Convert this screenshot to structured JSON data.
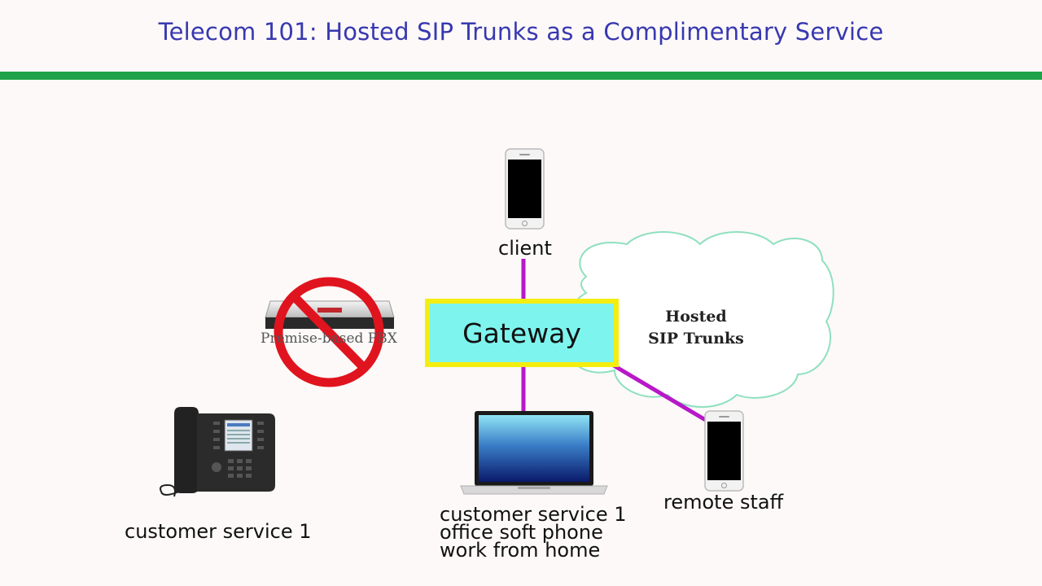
{
  "header": {
    "title": "Telecom 101: Hosted SIP Trunks as a Complimentary Service"
  },
  "colors": {
    "title": "#3838b0",
    "rule": "#1fa34a",
    "link": "#b818c8",
    "gateway_fill": "#7ef4ee",
    "gateway_border": "#f4ee10",
    "cloud_stroke": "#8fe0c0",
    "no_sign": "#e0141e"
  },
  "nodes": {
    "gateway": "Gateway",
    "cloud": {
      "line1": "Hosted",
      "line2": "SIP Trunks"
    },
    "pbx": "Premise-based PBX",
    "client": "client",
    "remote_staff": "remote staff",
    "desk_phone": "customer service 1",
    "laptop": {
      "line1": "customer service 1",
      "line2": "office soft phone",
      "line3": "work from home"
    }
  },
  "icons": {
    "client_device": "smartphone-icon",
    "remote_device": "smartphone-icon",
    "desk_device": "desk-phone-icon",
    "laptop_device": "laptop-icon",
    "pbx_device": "pbx-appliance-icon",
    "prohibited": "no-sign-icon"
  }
}
